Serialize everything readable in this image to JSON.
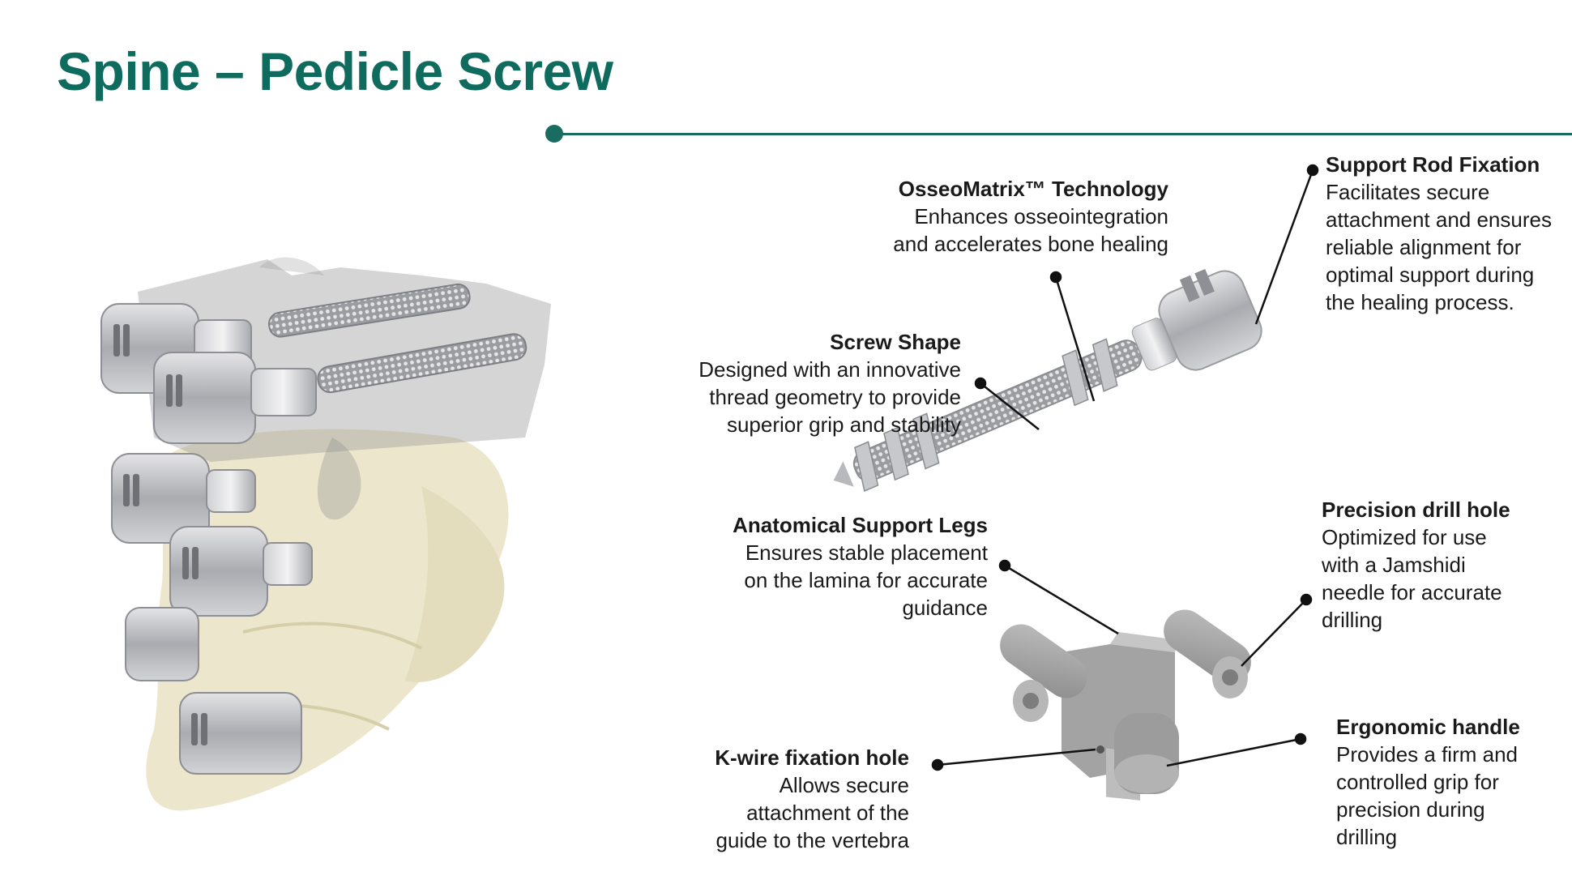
{
  "page": {
    "title": "Spine – Pedicle Screw",
    "accent_color": "#0e6b5e"
  },
  "callouts": {
    "osseomatrix": {
      "title": "OsseoMatrix™ Technology",
      "lines": [
        "Enhances osseointegration",
        "and accelerates bone healing"
      ]
    },
    "support_rod": {
      "title": "Support Rod Fixation",
      "lines": [
        "Facilitates secure",
        "attachment and ensures",
        "reliable alignment for",
        "optimal support during",
        "the healing process."
      ]
    },
    "screw_shape": {
      "title": "Screw Shape",
      "lines": [
        "Designed with an innovative",
        "thread geometry to provide",
        "superior grip and stability"
      ]
    },
    "support_legs": {
      "title": "Anatomical Support Legs",
      "lines": [
        "Ensures stable placement",
        "on the lamina for accurate",
        "guidance"
      ]
    },
    "drill_hole": {
      "title": "Precision drill hole",
      "lines": [
        "Optimized for use",
        "with a Jamshidi",
        "needle for accurate",
        "drilling"
      ]
    },
    "kwire": {
      "title": "K-wire fixation hole",
      "lines": [
        "Allows secure",
        "attachment of the",
        "guide to the vertebra"
      ]
    },
    "handle": {
      "title": "Ergonomic handle",
      "lines": [
        "Provides a firm and",
        "controlled grip for",
        "precision during",
        "drilling"
      ]
    }
  },
  "images": {
    "spine_model": "spine-vertebrae-with-pedicle-screws-illustration",
    "screw_render": "pedicle-screw-render",
    "guide_render": "drill-guide-render"
  }
}
